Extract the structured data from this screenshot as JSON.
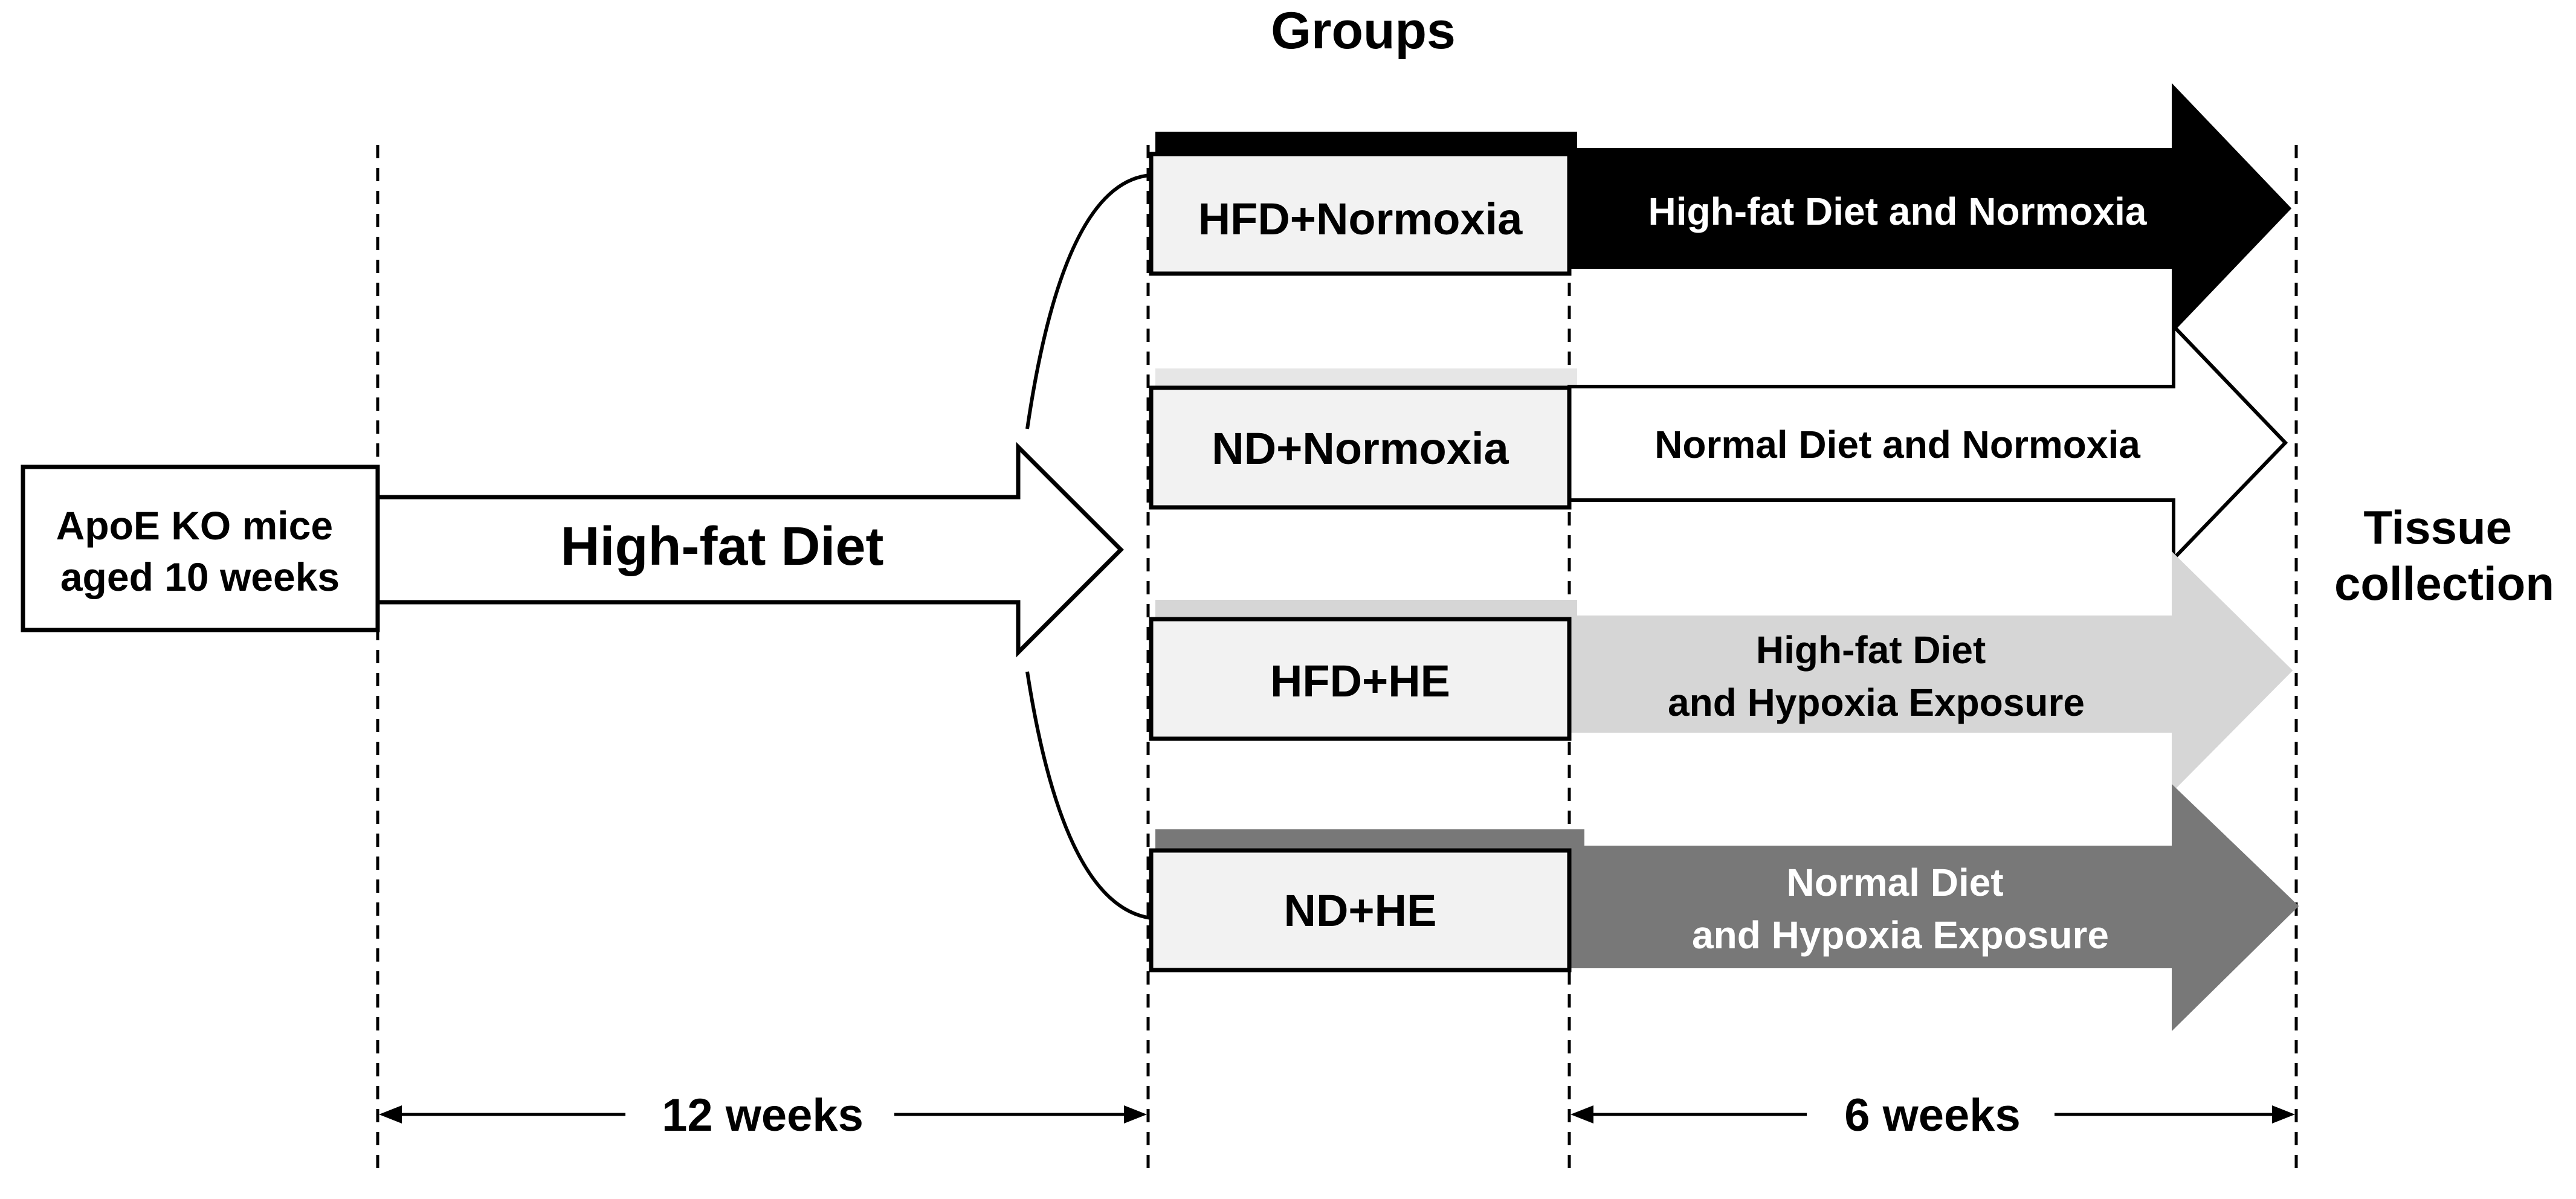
{
  "title": "Groups",
  "start": {
    "lines": [
      "ApoE KO mice",
      "aged 10 weeks"
    ]
  },
  "initial_phase": {
    "label": "High-fat Diet",
    "duration": "12 weeks"
  },
  "groups": [
    {
      "name": "HFD+Normoxia",
      "treatment_lines": [
        "High-fat Diet and Normoxia"
      ],
      "color": "#000000",
      "text_color": "#ffffff"
    },
    {
      "name": "ND+Normoxia",
      "treatment_lines": [
        "Normal Diet and Normoxia"
      ],
      "color": "#ffffff",
      "text_color": "#000000"
    },
    {
      "name": "HFD+HE",
      "treatment_lines": [
        "High-fat Diet",
        "and Hypoxia Exposure"
      ],
      "color": "#d6d6d6",
      "text_color": "#000000"
    },
    {
      "name": "ND+HE",
      "treatment_lines": [
        "Normal Diet",
        "and Hypoxia Exposure"
      ],
      "color": "#787878",
      "text_color": "#ffffff"
    }
  ],
  "treatment_phase": {
    "duration": "6 weeks"
  },
  "end": {
    "lines": [
      "Tissue",
      "collection"
    ]
  }
}
